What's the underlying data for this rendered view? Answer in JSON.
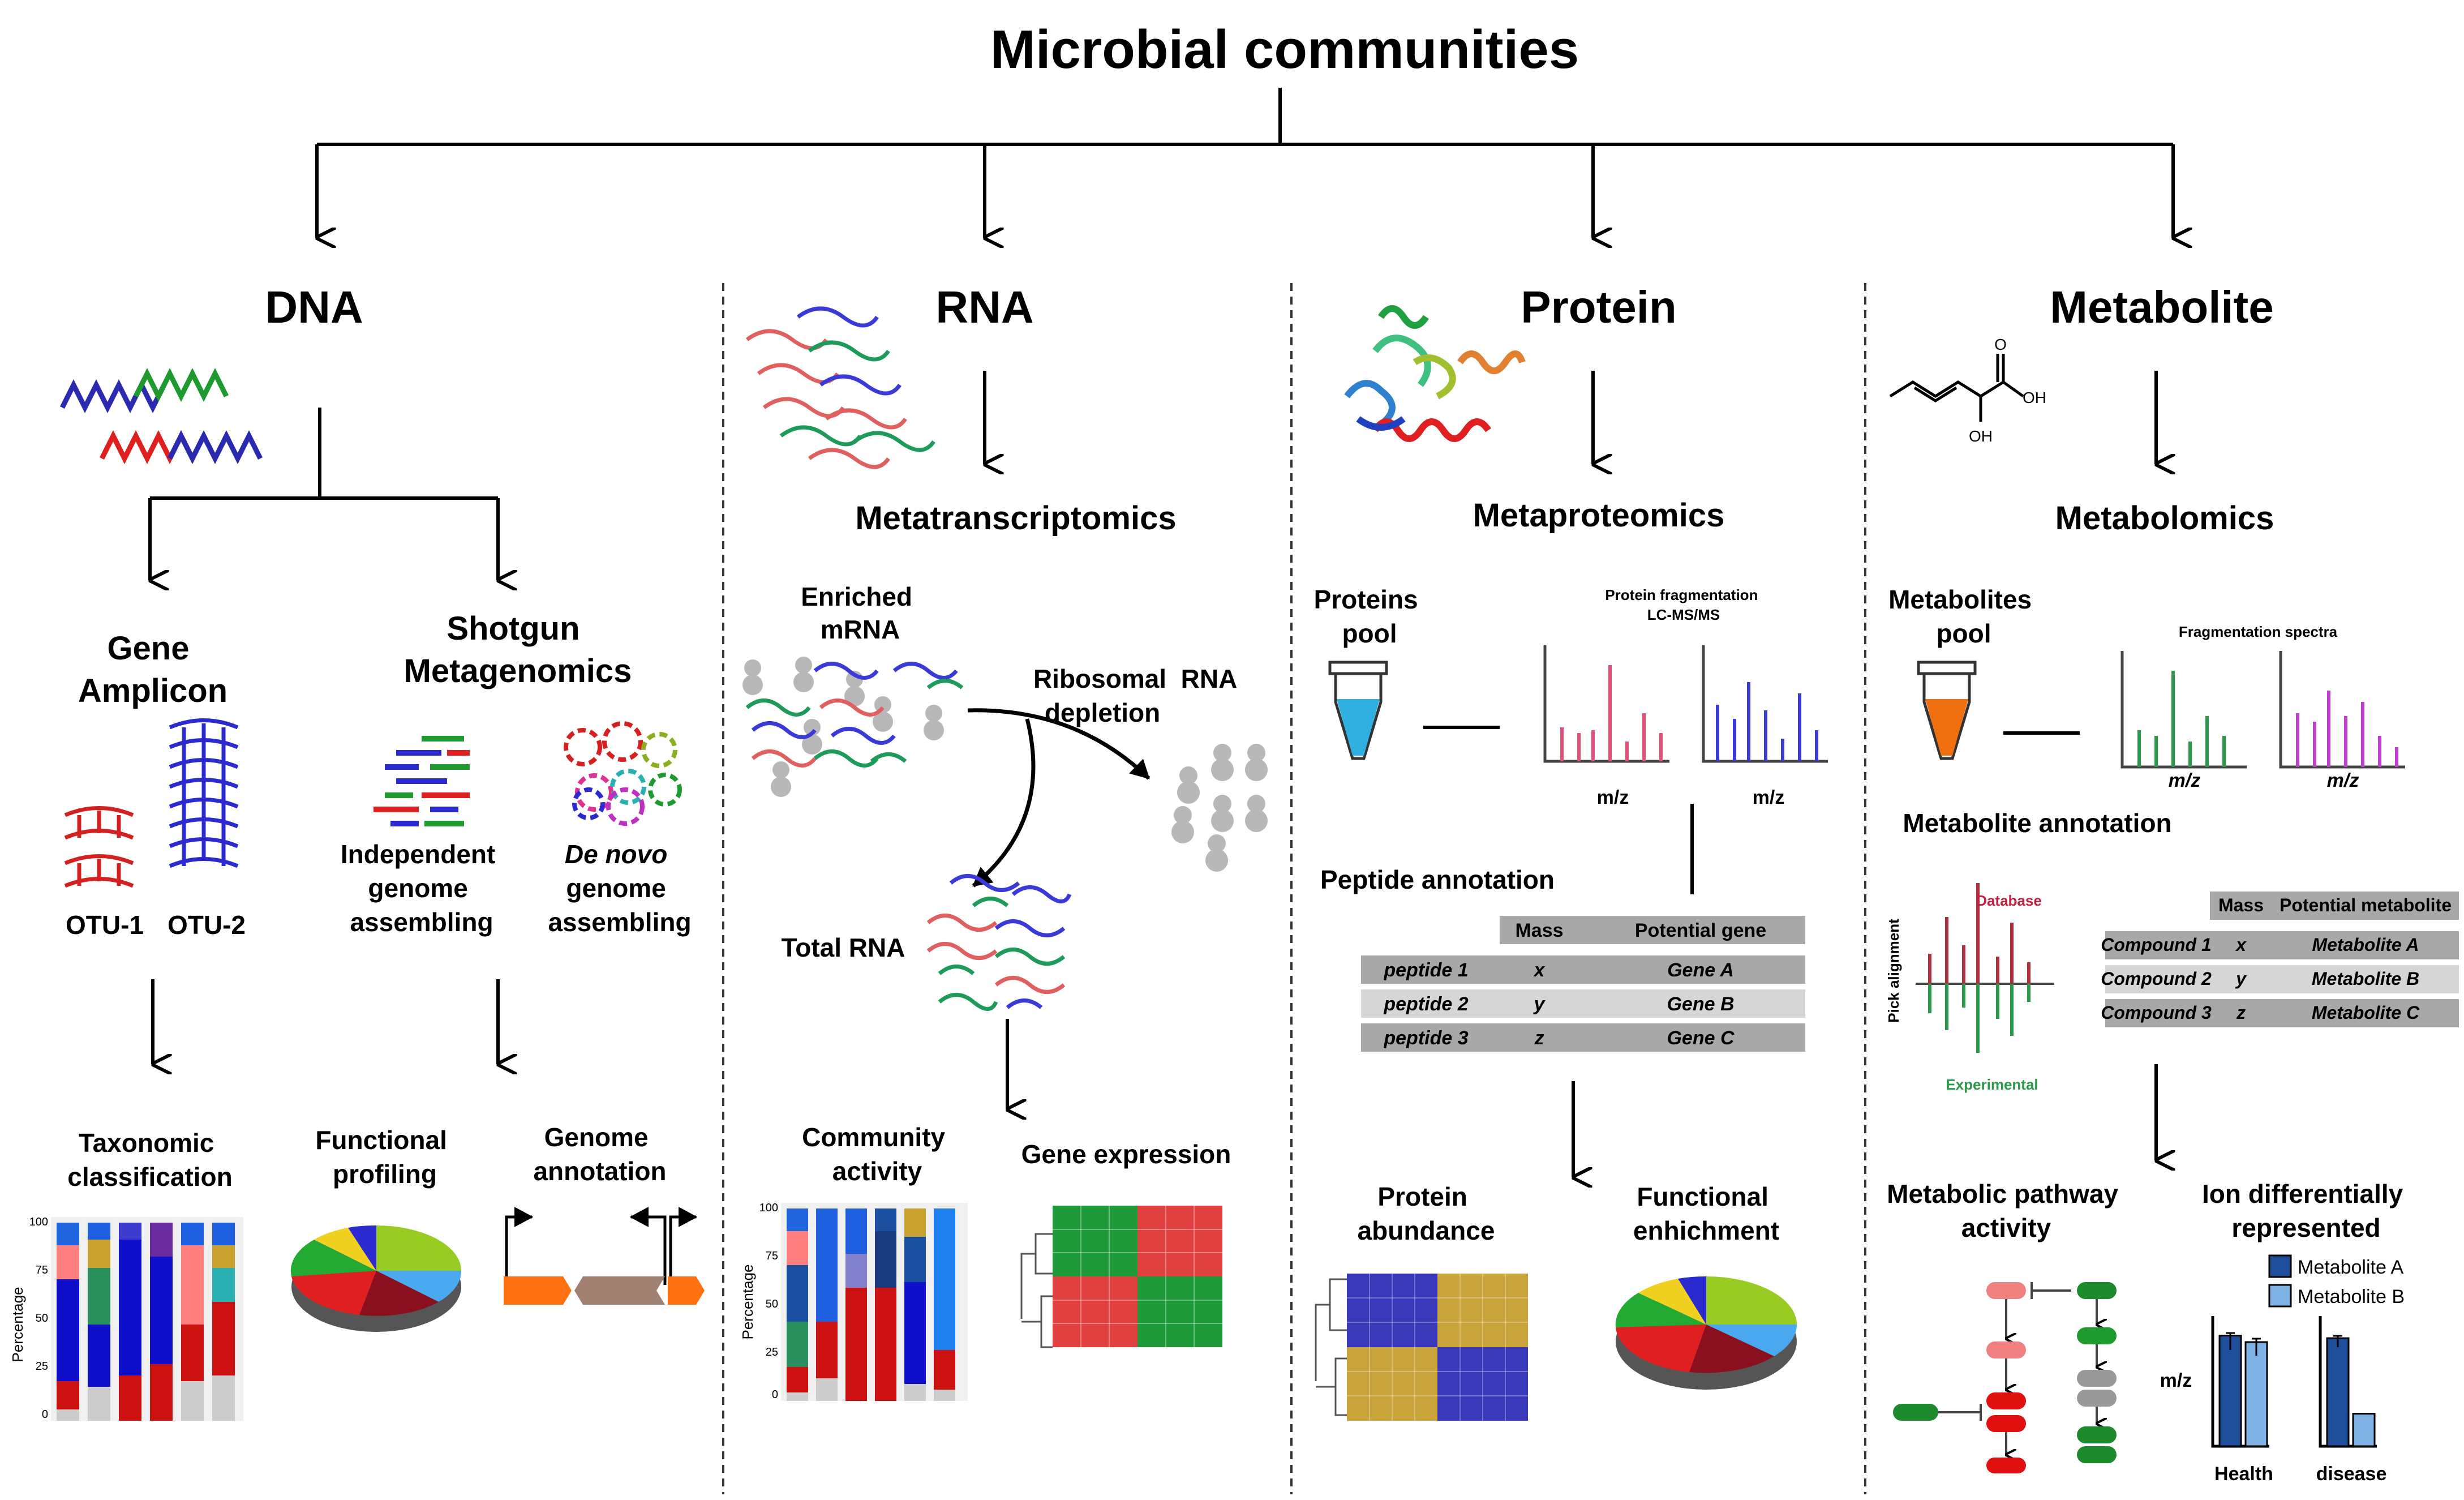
{
  "title": "Microbial communities",
  "columns": {
    "dna": {
      "header": "DNA",
      "gene_amplicon": [
        "Gene",
        "Amplicon"
      ],
      "shotgun": [
        "Shotgun",
        "Metagenomics"
      ],
      "otu1": "OTU-1",
      "otu2": "OTU-2",
      "independent": [
        "Independent",
        "genome",
        "assembling"
      ],
      "denovo_italic": "De novo",
      "denovo": [
        "genome",
        "assembling"
      ],
      "taxonomic": [
        "Taxonomic",
        "classification"
      ],
      "functional": [
        "Functional",
        "profiling"
      ],
      "genome_annotation": [
        "Genome",
        "annotation"
      ],
      "y_axis_label": "Percentage",
      "y_ticks": [
        "100",
        "75",
        "50",
        "25",
        "0"
      ]
    },
    "rna": {
      "header": "RNA",
      "method": "Metatranscriptomics",
      "enriched": [
        "Enriched",
        "mRNA"
      ],
      "ribosomal": [
        "Ribosomal  RNA",
        "depletion"
      ],
      "total": "Total RNA",
      "community": [
        "Community",
        "activity"
      ],
      "gene_expression": "Gene expression",
      "y_axis_label": "Percentage",
      "y_ticks": [
        "100",
        "75",
        "50",
        "25",
        "0"
      ]
    },
    "protein": {
      "header": "Protein",
      "method": "Metaproteomics",
      "pool": [
        "Proteins",
        "pool"
      ],
      "fragmentation": [
        "Protein fragmentation",
        "LC-MS/MS"
      ],
      "mz": "m/z",
      "peptide_annotation": "Peptide annotation",
      "table_headers": [
        "Mass",
        "Potential gene"
      ],
      "table_rows": [
        [
          "peptide 1",
          "x",
          "Gene A"
        ],
        [
          "peptide 2",
          "y",
          "Gene B"
        ],
        [
          "peptide 3",
          "z",
          "Gene C"
        ]
      ],
      "abundance": [
        "Protein",
        "abundance"
      ],
      "enrichment": [
        "Functional",
        "enhichment"
      ]
    },
    "metabolite": {
      "header": "Metabolite",
      "method": "Metabolomics",
      "pool": [
        "Metabolites",
        "pool"
      ],
      "spectra": "Fragmentation spectra",
      "mz": "m/z",
      "annotation": "Metabolite annotation",
      "database": "Database",
      "experimental": "Experimental",
      "pick_alignment": "Pick alignment",
      "table_headers": [
        "Mass",
        "Potential metabolite"
      ],
      "table_rows": [
        [
          "Compound 1",
          "x",
          "Metabolite A"
        ],
        [
          "Compound 2",
          "y",
          "Metabolite B"
        ],
        [
          "Compound 3",
          "z",
          "Metabolite C"
        ]
      ],
      "pathway": [
        "Metabolic pathway",
        "activity"
      ],
      "ion": [
        "Ion differentially",
        "represented"
      ],
      "legend": [
        "Metabolite A",
        "Metabolite B"
      ],
      "bar_ylabel": "m/z",
      "groups": [
        "Health",
        "disease"
      ],
      "bar_values": {
        "health": [
          0.85,
          0.8
        ],
        "disease": [
          0.83,
          0.25
        ]
      },
      "oh_label": "OH",
      "o_label": "O"
    }
  },
  "colors": {
    "red": "#e03c3c",
    "blue": "#3a3ad8",
    "green": "#1f9a3a",
    "gold": "#c9a43a",
    "navy": "#1f4f9a",
    "lightblue": "#7fb3e6"
  }
}
